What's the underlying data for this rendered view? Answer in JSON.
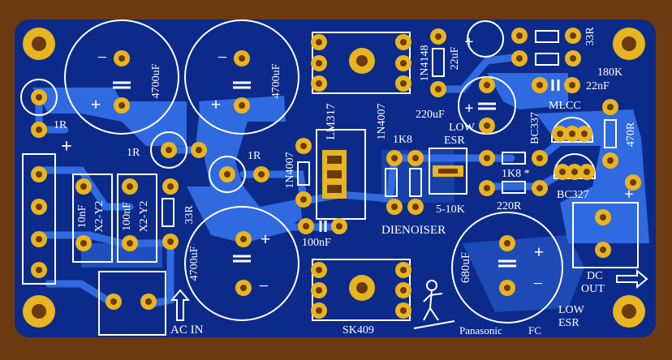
{
  "colors": {
    "background": "#6b3a10",
    "board": "#0b2a8a",
    "copper": "#2f6ae0",
    "pad": "#e8b420",
    "silk": "#ffffff"
  },
  "labels": {
    "c1": "4700uF",
    "c2": "4700uF",
    "c3": "4700uF",
    "c4": "680uF",
    "c5": "22uF",
    "c6": "220uF",
    "low1": "LOW",
    "esr1": "ESR",
    "d1": "1N4148",
    "d2": "1N4007",
    "d3": "1N4007",
    "r1": "1R",
    "r2": "1R",
    "r3": "1R",
    "r33a": "33R",
    "r33b": "33R",
    "r180k": "180K",
    "c22n": "22nF",
    "mlcc": "MLCC",
    "r470": "470R",
    "bc337": "BC337",
    "bc327": "BC327",
    "r1k8a": "1K8",
    "r1k8b": "1K8 *",
    "r220": "220R",
    "pot": "5-10K",
    "dienoiser": "DIENOISER",
    "lm317": "LM317",
    "sk409": "SK409",
    "c100n": "100nF",
    "cx10n": "10nF",
    "cx100n": "100nF",
    "x2a": "X2-Y2",
    "x2b": "X2-Y2",
    "acin": "AC IN",
    "dcout1": "DC",
    "dcout2": "OUT",
    "low2": "LOW",
    "esr2": "ESR",
    "panasonic": "Panasonic",
    "fc": "FC",
    "plus": "+",
    "minus": "−"
  }
}
